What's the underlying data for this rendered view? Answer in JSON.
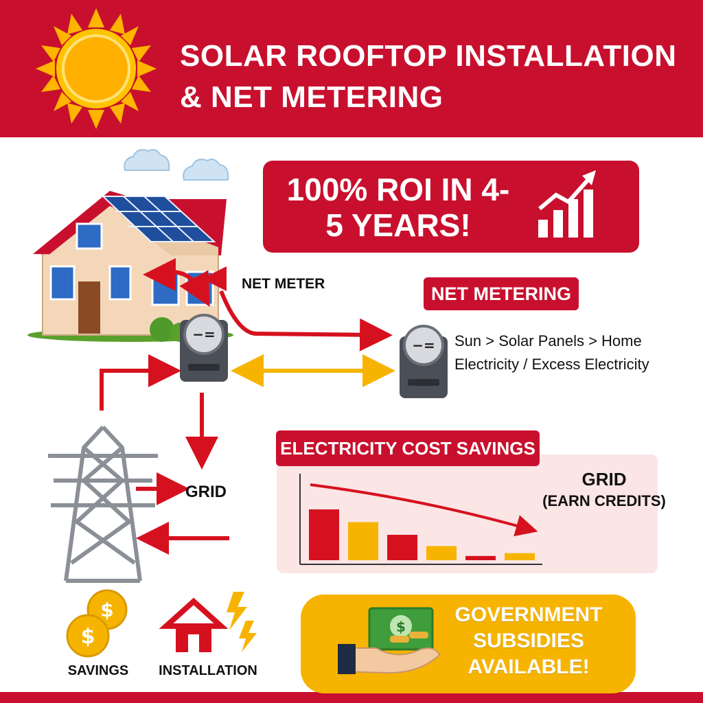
{
  "header": {
    "title": "SOLAR ROOFTOP INSTALLATION & NET METERING"
  },
  "roi": {
    "text": "100% ROI IN 4-5 YEARS!"
  },
  "labels": {
    "net_meter": "NET METER",
    "net_metering": "NET METERING",
    "flow_line1": "Sun > Solar Panels > Home",
    "flow_line2": "Electricity / Excess Electricity",
    "grid": "GRID",
    "grid_credit_title": "GRID",
    "grid_credit_sub": "(EARN CREDITS)",
    "cost_savings": "ELECTRICITY COST SAVINGS",
    "subsidies": "GOVERNMENT SUBSIDIES AVAILABLE!",
    "savings": "SAVINGS",
    "installation": "INSTALLATION"
  },
  "chart_data": {
    "type": "bar",
    "values": [
      72,
      54,
      36,
      20,
      6,
      10
    ],
    "colors": [
      "#d6111f",
      "#f6b400",
      "#d6111f",
      "#f6b400",
      "#d6111f",
      "#f6b400"
    ]
  },
  "colors": {
    "brand_red": "#c8102e",
    "accent_yellow": "#f6b400",
    "sun": "#ffb400"
  },
  "icons": [
    "sun-icon",
    "cloud-icon",
    "house-icon",
    "trend-up-icon",
    "meter-icon",
    "pylon-icon",
    "coins-icon",
    "home-lightning-icon",
    "money-hand-icon"
  ]
}
